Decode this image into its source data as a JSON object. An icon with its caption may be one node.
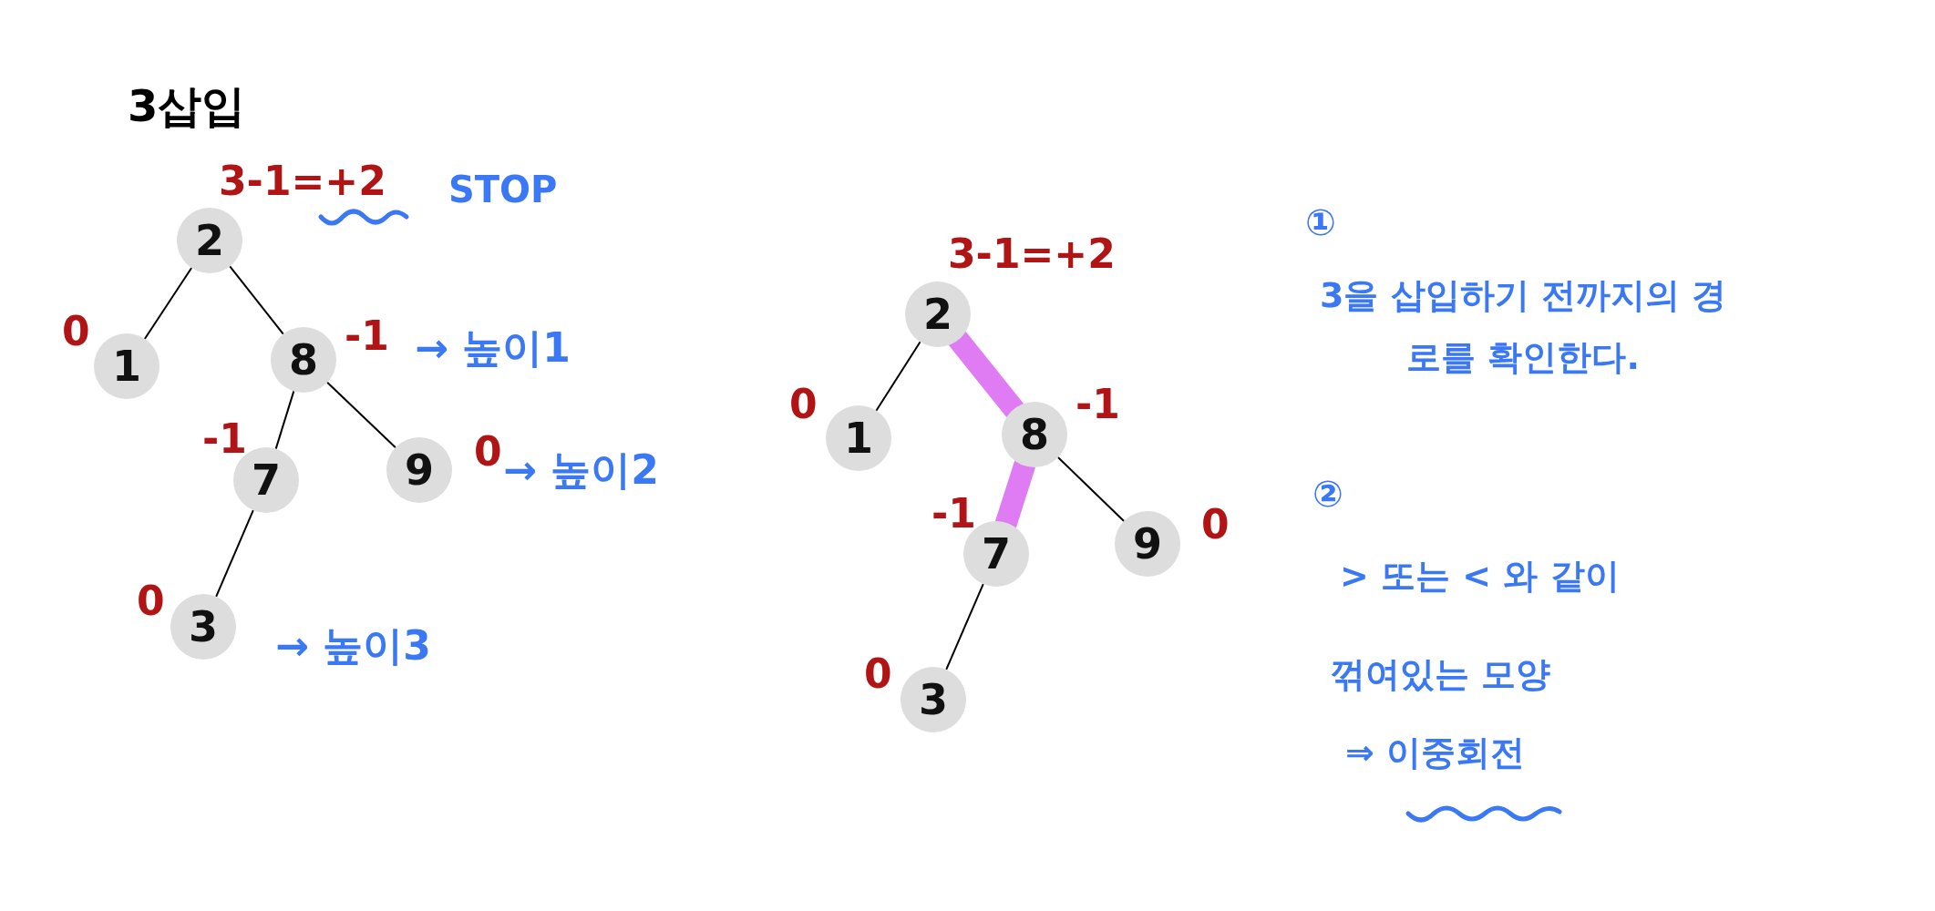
{
  "diagram": {
    "title": "3삽입",
    "nodes": [
      {
        "text": [
          "2"
        ],
        "beside": [
          "3-1=+2"
        ]
      },
      {
        "text": [
          "1"
        ],
        "beside": [
          "0"
        ]
      },
      {
        "text": [
          "8"
        ],
        "beside": [
          "-1",
          "→ 높이1"
        ]
      },
      {
        "text": [
          "7"
        ],
        "beside": [
          "-1"
        ]
      },
      {
        "text": [
          "9"
        ],
        "beside": [
          "0",
          "→ 높이2"
        ]
      },
      {
        "text": [
          "3"
        ],
        "beside": [
          "0",
          "→ 높이3"
        ]
      },
      {
        "text": [
          "2"
        ],
        "beside": [
          "3-1=+2"
        ]
      },
      {
        "text": [
          "1"
        ],
        "beside": [
          "0"
        ]
      },
      {
        "text": [
          "8"
        ],
        "beside": [
          "-1"
        ]
      },
      {
        "text": [
          "7"
        ],
        "beside": [
          "-1"
        ]
      },
      {
        "text": [
          "9"
        ],
        "beside": [
          "0"
        ]
      },
      {
        "text": [
          "3"
        ],
        "beside": [
          "0"
        ]
      }
    ],
    "edges": [
      {
        "from": 0,
        "to": 1,
        "arrow": "none"
      },
      {
        "from": 0,
        "to": 2,
        "arrow": "none"
      },
      {
        "from": 2,
        "to": 3,
        "arrow": "none"
      },
      {
        "from": 2,
        "to": 4,
        "arrow": "none"
      },
      {
        "from": 3,
        "to": 5,
        "arrow": "none"
      },
      {
        "from": 6,
        "to": 7,
        "arrow": "none"
      },
      {
        "from": 6,
        "to": 8,
        "arrow": "none",
        "style": "thick",
        "color": "#dc6ef2"
      },
      {
        "from": 8,
        "to": 9,
        "arrow": "none",
        "style": "thick",
        "color": "#dc6ef2"
      },
      {
        "from": 8,
        "to": 10,
        "arrow": "none"
      },
      {
        "from": 9,
        "to": 11,
        "arrow": "none"
      }
    ],
    "labels": [
      "STOP",
      "①",
      "3을 삽입하기 전까지의 경로를 확인한다.",
      "②",
      "> 또는 < 와 같이",
      "꺾여있는 모양",
      "⇒ 이중회전"
    ]
  }
}
